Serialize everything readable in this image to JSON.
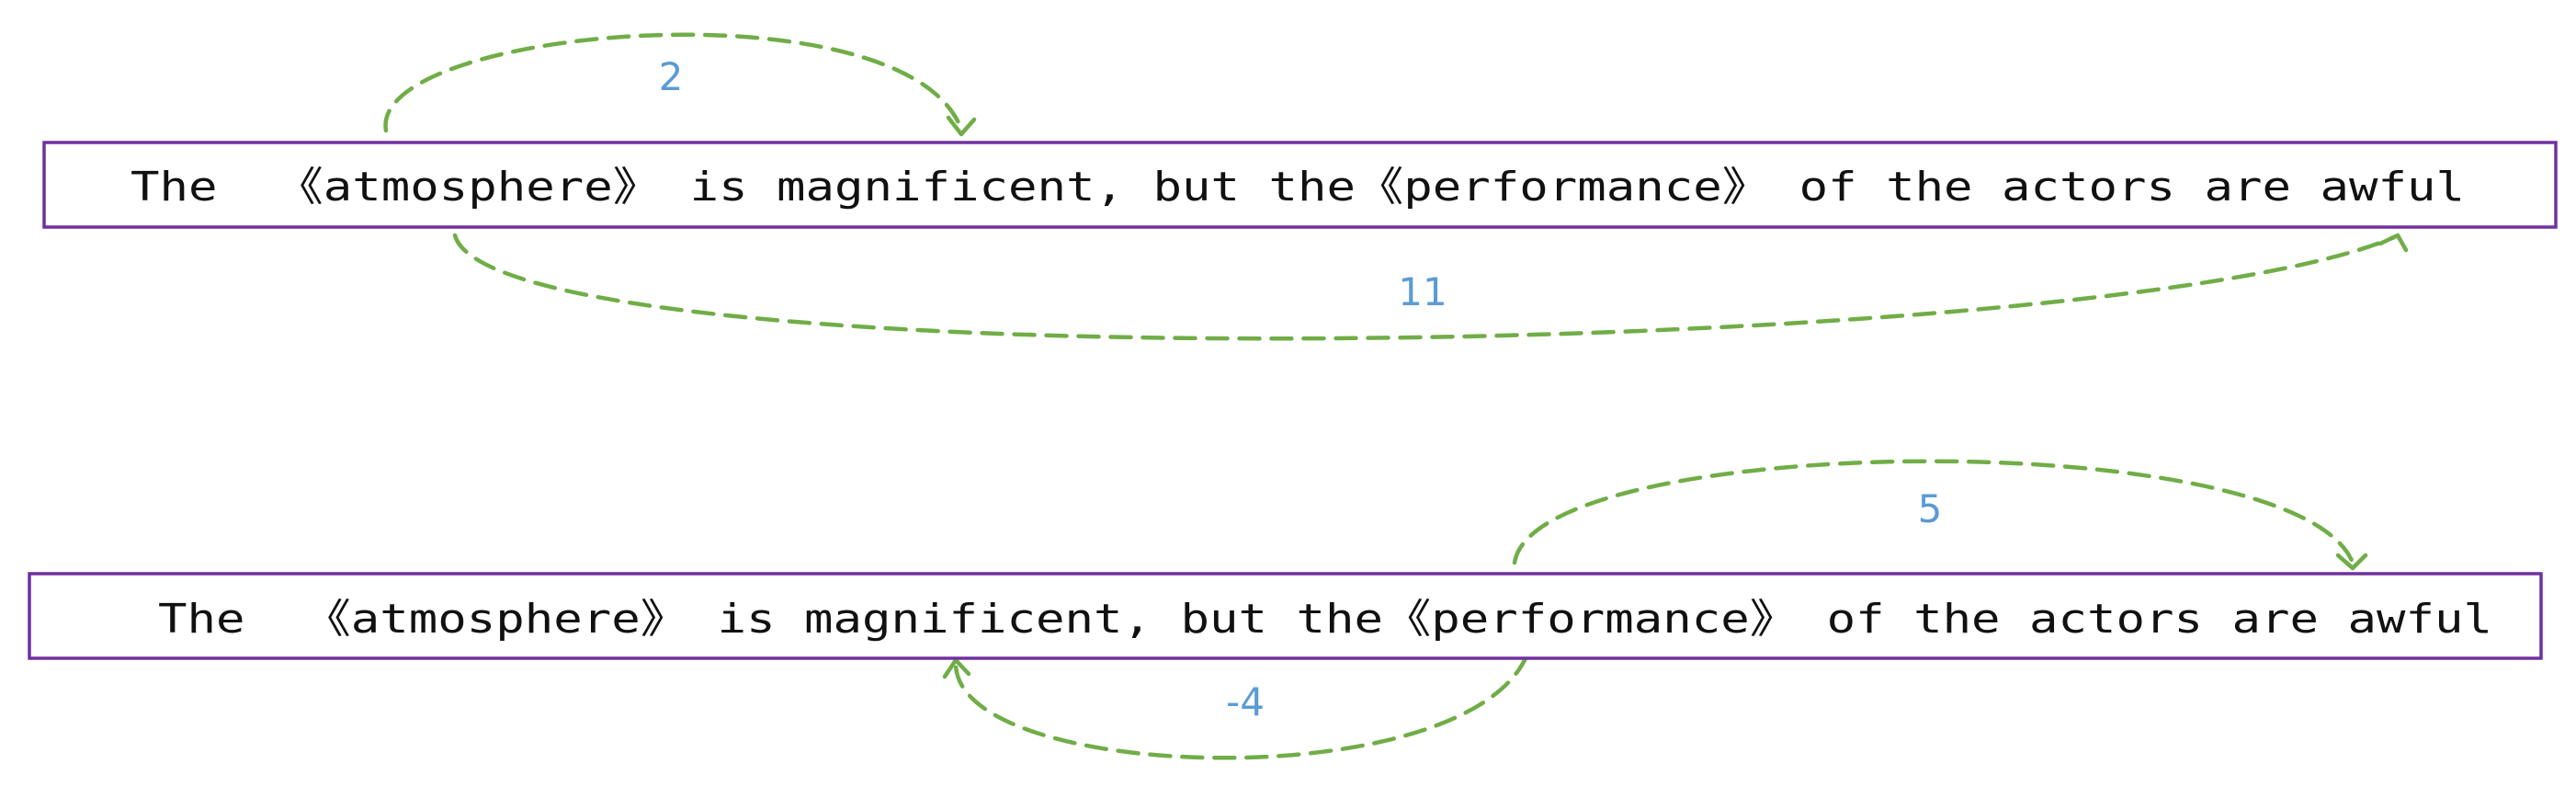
{
  "colors": {
    "box_border": "#7030a0",
    "arc": "#70ad47",
    "label": "#5b9bd5",
    "text": "#111111"
  },
  "sentences": [
    {
      "text": "The  《atmosphere》 is magnificent, but the《performance》 of the actors are awful"
    },
    {
      "text": "The  《atmosphere》 is magnificent, but the《performance》 of the actors are awful"
    }
  ],
  "arcs": [
    {
      "label": "2"
    },
    {
      "label": "11"
    },
    {
      "label": "5"
    },
    {
      "label": "-4"
    }
  ]
}
